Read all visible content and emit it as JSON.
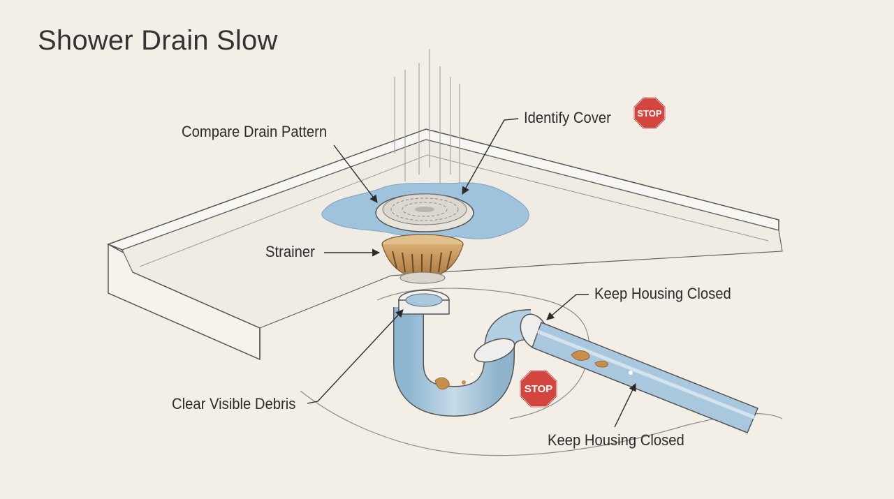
{
  "title": "Shower Drain Slow",
  "labels": {
    "compare_drain_pattern": "Compare Drain Pattern",
    "identify_cover": "Identify Cover",
    "strainer": "Strainer",
    "keep_housing_closed_top": "Keep Housing Closed",
    "clear_visible_debris": "Clear Visible Debris",
    "keep_housing_closed_bottom": "Keep Housing Closed"
  },
  "stop_signs": [
    {
      "text": "STOP"
    },
    {
      "text": "STOP"
    }
  ],
  "colors": {
    "background": "#f3efe6",
    "water": "#9fc3dc",
    "pipe": "#a9c8dd",
    "strainer": "#c99a5f",
    "stop_red": "#d2463f",
    "debris": "#c98f4a",
    "ink": "#3a3a3a"
  }
}
